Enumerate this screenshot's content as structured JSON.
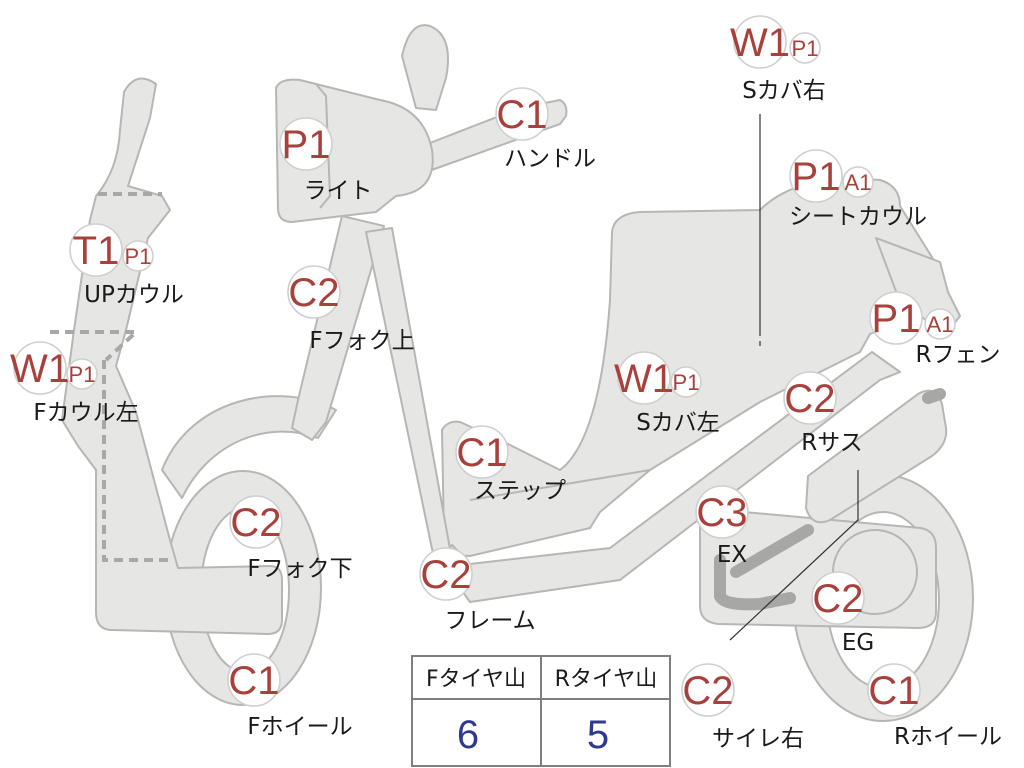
{
  "colors": {
    "grade_text": "#a8413c",
    "part_fill": "#e6e6e4",
    "part_outline": "#b6b6b4",
    "table_value": "#2f3a8f"
  },
  "parts": [
    {
      "id": "s-cover-right",
      "grade": "W1",
      "sub": "P1",
      "label": "Sカバ右"
    },
    {
      "id": "handle",
      "grade": "C1",
      "sub": "",
      "label": "ハンドル"
    },
    {
      "id": "light",
      "grade": "P1",
      "sub": "",
      "label": "ライト"
    },
    {
      "id": "seat-cowl",
      "grade": "P1",
      "sub": "A1",
      "label": "シートカウル"
    },
    {
      "id": "up-cowl",
      "grade": "T1",
      "sub": "P1",
      "label": "UPカウル"
    },
    {
      "id": "f-fork-upper",
      "grade": "C2",
      "sub": "",
      "label": "Fフォク上"
    },
    {
      "id": "r-fender",
      "grade": "P1",
      "sub": "A1",
      "label": "Rフェン"
    },
    {
      "id": "f-cowl-left",
      "grade": "W1",
      "sub": "P1",
      "label": "Fカウル左"
    },
    {
      "id": "s-cover-left",
      "grade": "W1",
      "sub": "P1",
      "label": "Sカバ左"
    },
    {
      "id": "r-suspension",
      "grade": "C2",
      "sub": "",
      "label": "Rサス"
    },
    {
      "id": "step",
      "grade": "C1",
      "sub": "",
      "label": "ステップ"
    },
    {
      "id": "exhaust",
      "grade": "C3",
      "sub": "",
      "label": "EX"
    },
    {
      "id": "f-fork-lower",
      "grade": "C2",
      "sub": "",
      "label": "Fフォク下"
    },
    {
      "id": "frame",
      "grade": "C2",
      "sub": "",
      "label": "フレーム"
    },
    {
      "id": "engine",
      "grade": "C2",
      "sub": "",
      "label": "EG"
    },
    {
      "id": "f-wheel",
      "grade": "C1",
      "sub": "",
      "label": "Fホイール"
    },
    {
      "id": "muffler-right",
      "grade": "C2",
      "sub": "",
      "label": "サイレ右"
    },
    {
      "id": "r-wheel",
      "grade": "C1",
      "sub": "",
      "label": "Rホイール"
    }
  ],
  "tread_table": {
    "headers": [
      "Fタイヤ山",
      "Rタイヤ山"
    ],
    "values": [
      "6",
      "5"
    ]
  }
}
